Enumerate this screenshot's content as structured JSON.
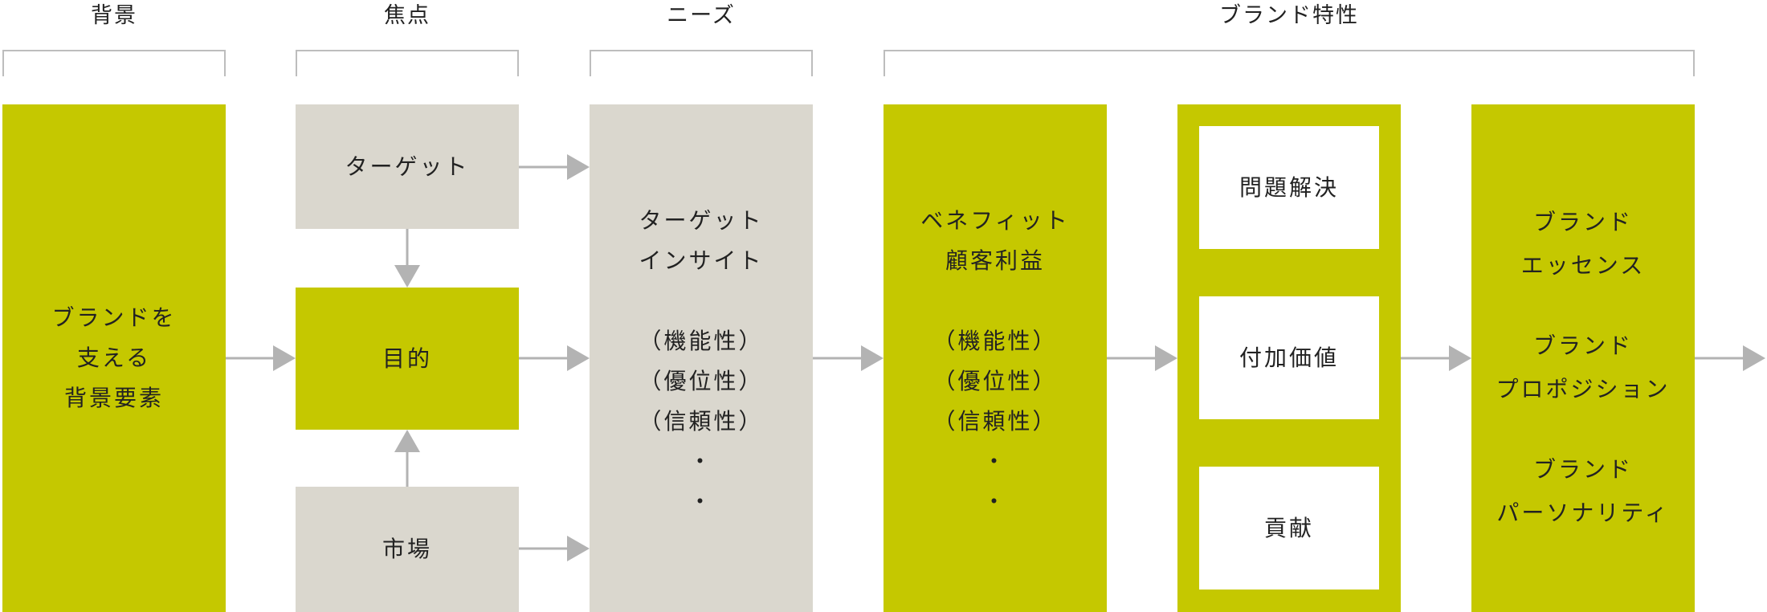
{
  "headers": {
    "background": "背景",
    "focus": "焦点",
    "needs": "ニーズ",
    "brand_traits": "ブランド特性"
  },
  "background_box": {
    "lines": [
      "ブランドを",
      "支える",
      "背景要素"
    ]
  },
  "focus": {
    "target": "ターゲット",
    "purpose": "目的",
    "market": "市場"
  },
  "needs_box": {
    "lines": [
      "ターゲット",
      "インサイト",
      "",
      "（機能性）",
      "（優位性）",
      "（信頼性）",
      "・",
      "・"
    ]
  },
  "benefit_box": {
    "lines": [
      "ベネフィット",
      "顧客利益",
      "",
      "（機能性）",
      "（優位性）",
      "（信頼性）",
      "・",
      "・"
    ]
  },
  "value_box": {
    "items": [
      "問題解決",
      "付加価値",
      "貢献"
    ]
  },
  "brand_box": {
    "lines": [
      "ブランド",
      "エッセンス",
      "",
      "ブランド",
      "プロポジション",
      "",
      "ブランド",
      "パーソナリティ"
    ]
  },
  "colors": {
    "green": "#c5c800",
    "gray": "#dad7ce",
    "arrow": "#b3b3b3",
    "bracket": "#bdbdbd"
  }
}
